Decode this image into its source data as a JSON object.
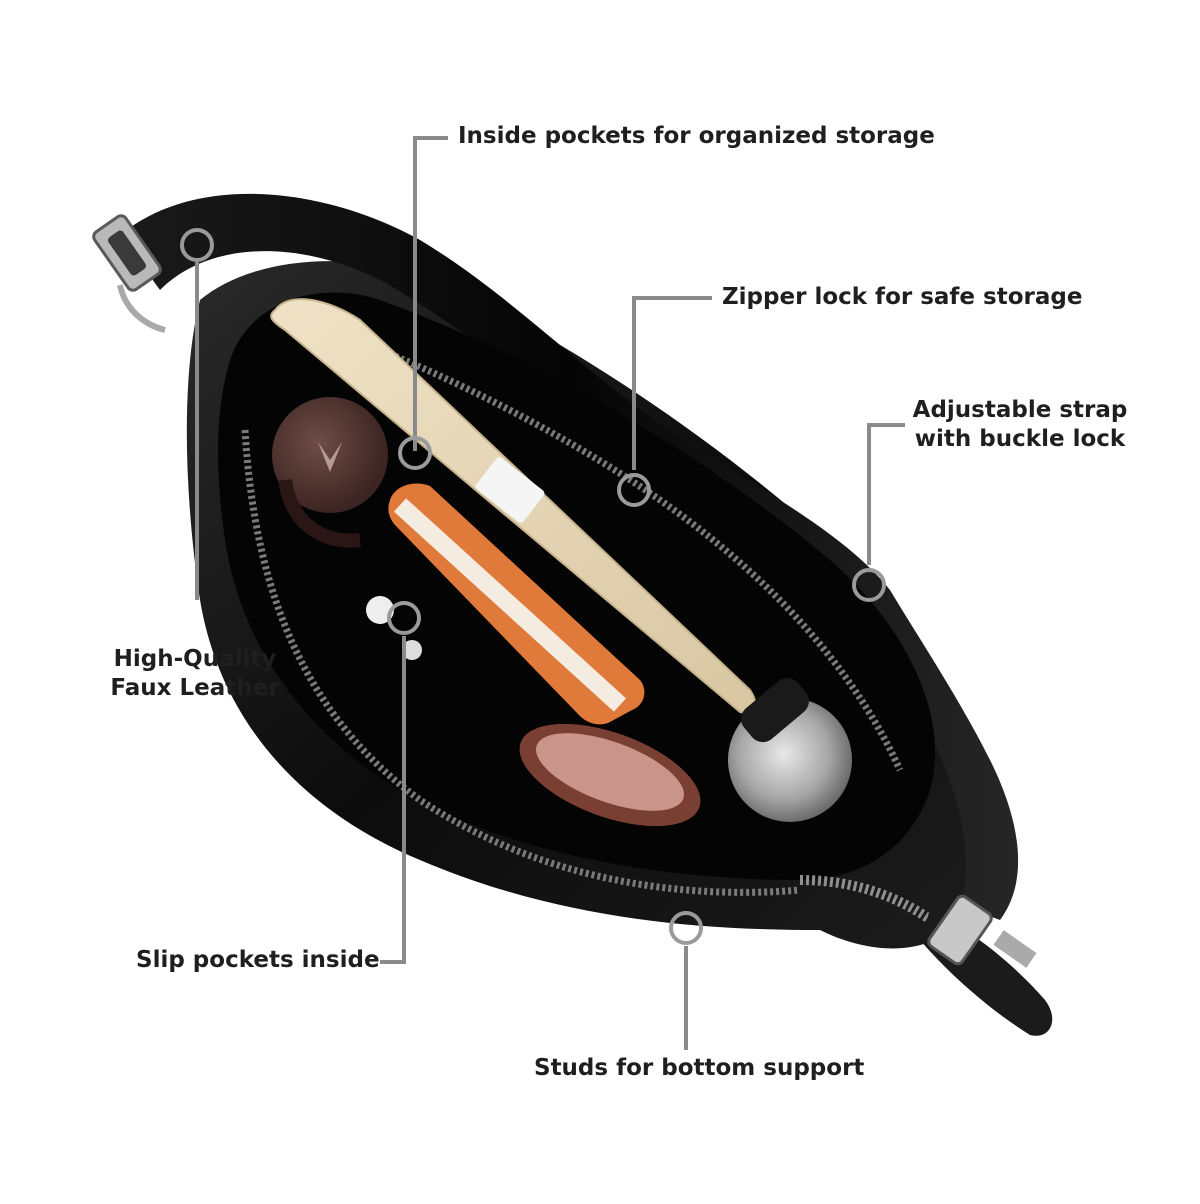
{
  "callouts": {
    "inside_pockets": "Inside pockets for organized storage",
    "zipper_lock": "Zipper lock for safe storage",
    "strap_line1": "Adjustable strap",
    "strap_line2": "with buckle lock",
    "leather_line1": "High-Quality",
    "leather_line2": "Faux Leather",
    "slip_pockets": "Slip pockets inside",
    "studs": "Studs for bottom support"
  },
  "colors": {
    "leather": "#0d0d0d",
    "lining": "#050505",
    "leader_line": "#8a8a8a",
    "text": "#1f1f1f"
  },
  "icons": {
    "marker": "hollow-circle-marker"
  }
}
